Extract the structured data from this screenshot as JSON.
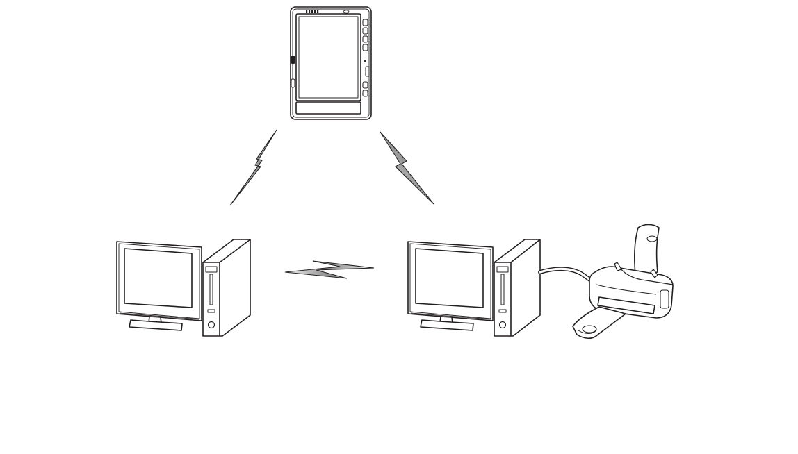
{
  "diagram": {
    "type": "wireless-ad-hoc-network",
    "nodes": [
      {
        "id": "tablet",
        "kind": "tablet-pc",
        "icon": "tablet-icon"
      },
      {
        "id": "pc-left",
        "kind": "desktop-computer",
        "icon": "desktop-computer-icon"
      },
      {
        "id": "pc-right",
        "kind": "desktop-computer",
        "icon": "desktop-computer-icon"
      },
      {
        "id": "printer",
        "kind": "printer",
        "icon": "printer-icon"
      }
    ],
    "links": [
      {
        "from": "tablet",
        "to": "pc-left",
        "style": "wireless",
        "icon": "lightning-bolt-icon"
      },
      {
        "from": "tablet",
        "to": "pc-right",
        "style": "wireless",
        "icon": "lightning-bolt-icon"
      },
      {
        "from": "pc-left",
        "to": "pc-right",
        "style": "wireless",
        "icon": "lightning-bolt-icon"
      },
      {
        "from": "pc-right",
        "to": "printer",
        "style": "cable",
        "icon": "cable-icon"
      }
    ],
    "colors": {
      "line": "#231f20",
      "fill": "#ffffff",
      "bolt_dark": "#4a4a4a",
      "bolt_light": "#f2f2f2"
    }
  }
}
